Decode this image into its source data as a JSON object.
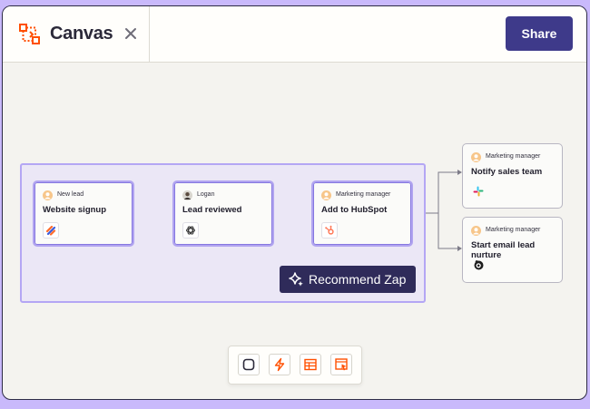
{
  "header": {
    "title": "Canvas",
    "share_label": "Share"
  },
  "group": {
    "cards": [
      {
        "label": "New lead",
        "title": "Website signup",
        "avatar": "person-icon",
        "app_icon": "form-app-icon"
      },
      {
        "label": "Logan",
        "title": "Lead reviewed",
        "avatar": "logan-avatar",
        "app_icon": "openai-icon"
      },
      {
        "label": "Marketing manager",
        "title": "Add to HubSpot",
        "avatar": "person-icon",
        "app_icon": "hubspot-icon"
      }
    ],
    "recommend_label": "Recommend Zap"
  },
  "branches": [
    {
      "label": "Marketing manager",
      "title": "Notify sales team",
      "app_icon": "slack-icon"
    },
    {
      "label": "Marketing manager",
      "title": "Start email lead nurture",
      "app_icon": "mailchimp-icon"
    }
  ],
  "toolbar": {
    "tools": [
      "square-node-icon",
      "zap-icon",
      "table-icon",
      "interface-icon"
    ]
  },
  "colors": {
    "accent": "#ff4f00",
    "primary": "#3e3a8a",
    "group_border": "#b4a6f4",
    "group_fill": "#ebe7f6",
    "dark_button": "#2f2b5a",
    "background": "#c9b9fb"
  }
}
